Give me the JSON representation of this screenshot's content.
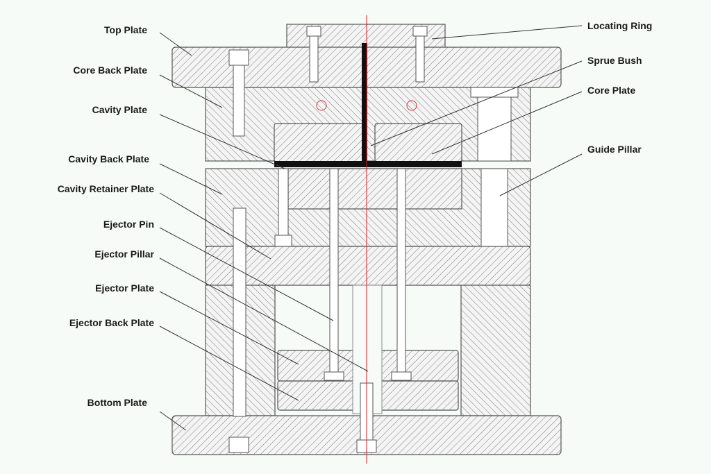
{
  "labels": {
    "top_plate": "Top Plate",
    "core_back_plate": "Core Back Plate",
    "cavity_plate": "Cavity Plate",
    "cavity_back_plate": "Cavity Back Plate",
    "cavity_retainer_plate": "Cavity Retainer Plate",
    "ejector_pin": "Ejector Pin",
    "ejector_pillar": "Ejector Pillar",
    "ejector_plate": "Ejector Plate",
    "ejector_back_plate": "Ejector Back Plate",
    "bottom_plate": "Bottom Plate",
    "locating_ring": "Locating Ring",
    "sprue_bush": "Sprue Bush",
    "core_plate": "Core Plate",
    "guide_pillar": "Guide Pillar"
  },
  "colors": {
    "background": "#f6fbf8",
    "hatch": "#7a7a7a",
    "outline": "#555555",
    "center_line": "#e01818",
    "molded_part": "#111111"
  }
}
